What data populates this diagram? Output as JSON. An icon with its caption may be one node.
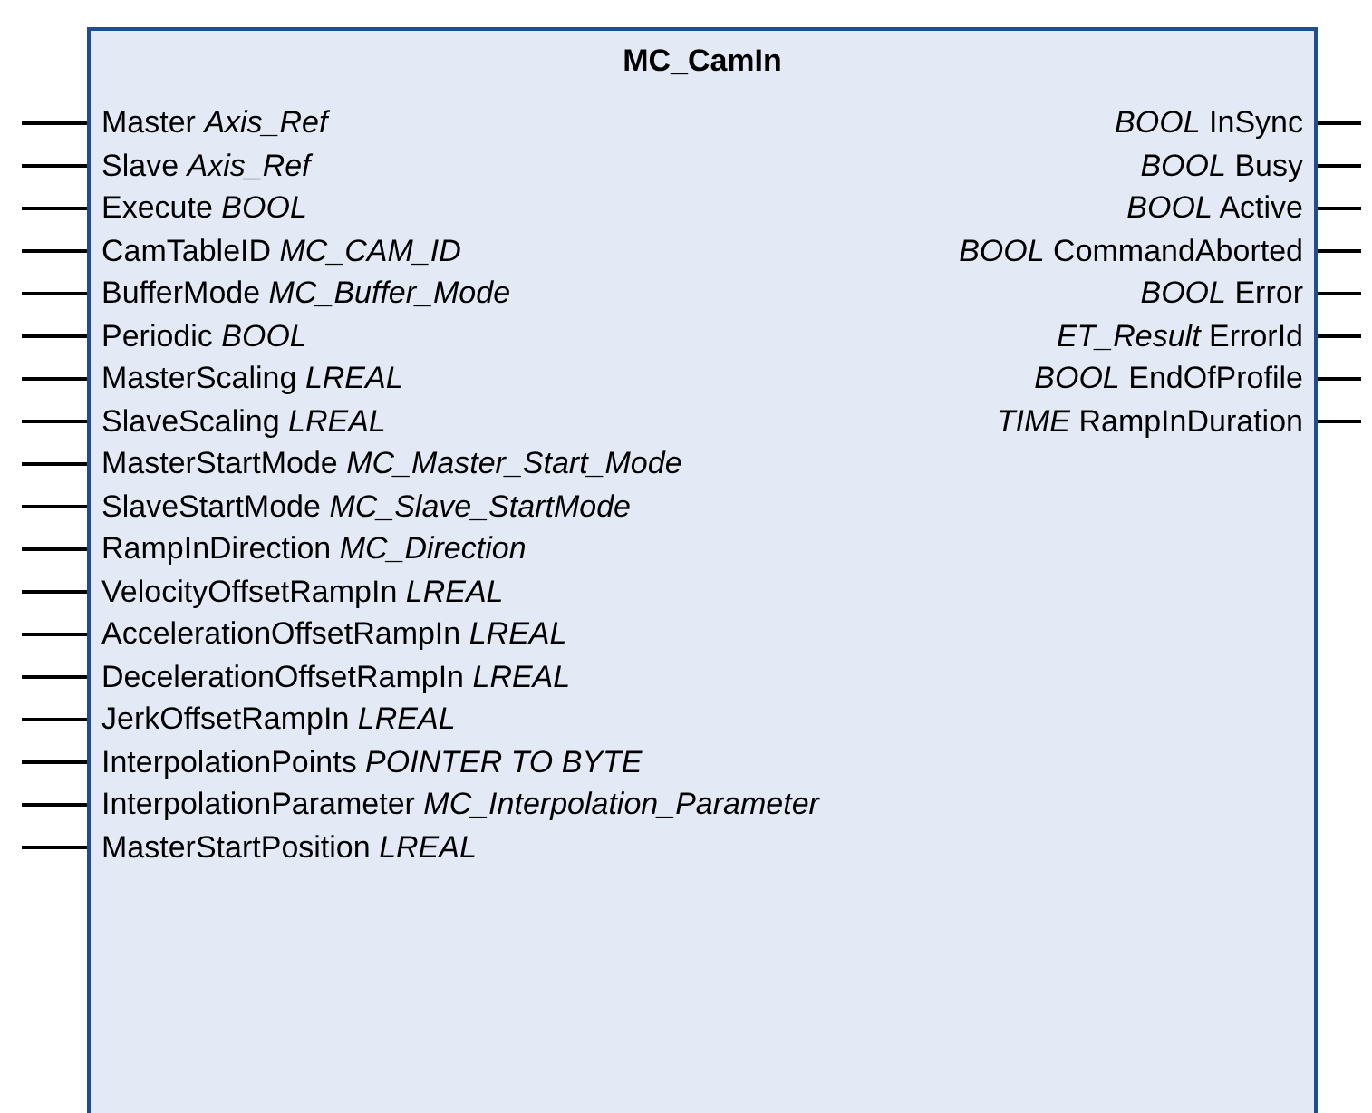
{
  "diagram": {
    "nodes": [
      {
        "text": [
          "MC_CamIn"
        ]
      },
      {
        "text": [
          "Master *Axis_Ref*"
        ],
        "in": 0
      },
      {
        "text": [
          "*BOOL* InSync"
        ],
        "in": 0
      },
      {
        "text": [
          "Slave *Axis_Ref*"
        ],
        "in": 0
      },
      {
        "text": [
          "*BOOL* Busy"
        ],
        "in": 0
      },
      {
        "text": [
          "Execute *BOOL*"
        ],
        "in": 0
      },
      {
        "text": [
          "*BOOL* Active"
        ],
        "in": 0
      },
      {
        "text": [
          "CamTableID *MC_CAM_ID*"
        ],
        "in": 0
      },
      {
        "text": [
          "*BOOL* CommandAborted"
        ],
        "in": 0
      },
      {
        "text": [
          "BufferMode *MC_Buffer_Mode*"
        ],
        "in": 0
      },
      {
        "text": [
          "*BOOL* Error"
        ],
        "in": 0
      },
      {
        "text": [
          "Periodic *BOOL*"
        ],
        "in": 0
      },
      {
        "text": [
          "*ET_Result* ErrorId"
        ],
        "in": 0
      },
      {
        "text": [
          "MasterScaling *LREAL*"
        ],
        "in": 0
      },
      {
        "text": [
          "*BOOL* EndOfProfile"
        ],
        "in": 0
      },
      {
        "text": [
          "SlaveScaling *LREAL*"
        ],
        "in": 0
      },
      {
        "text": [
          "*TIME* RampInDuration"
        ],
        "in": 0
      },
      {
        "text": [
          "MasterStartMode *MC_Master_Start_Mode*"
        ],
        "in": 0
      },
      {
        "text": [
          "SlaveStartMode *MC_Slave_StartMode*"
        ],
        "in": 0
      },
      {
        "text": [
          "RampInDirection *MC_Direction*"
        ],
        "in": 0
      },
      {
        "text": [
          "VelocityOffsetRampIn *LREAL*"
        ],
        "in": 0
      },
      {
        "text": [
          "AccelerationOffsetRampIn *LREAL*"
        ],
        "in": 0
      },
      {
        "text": [
          "DecelerationOffsetRampIn *LREAL*"
        ],
        "in": 0
      },
      {
        "text": [
          "JerkOffsetRampIn *LREAL*"
        ],
        "in": 0
      },
      {
        "text": [
          "InterpolationPoints *POINTER TO BYTE*"
        ],
        "in": 0
      },
      {
        "text": [
          "InterpolationParameter *MC_Interpolation_Parameter*"
        ],
        "in": 0
      },
      {
        "text": [
          "MasterStartPosition *LREAL*"
        ],
        "in": 0
      }
    ],
    "edges": [
      {
        "from": null,
        "to": 1,
        "arrow": "none"
      },
      {
        "from": 2,
        "to": null,
        "arrow": "none"
      },
      {
        "from": null,
        "to": 3,
        "arrow": "none"
      },
      {
        "from": 4,
        "to": null,
        "arrow": "none"
      },
      {
        "from": null,
        "to": 5,
        "arrow": "none"
      },
      {
        "from": 6,
        "to": null,
        "arrow": "none"
      },
      {
        "from": null,
        "to": 7,
        "arrow": "none"
      },
      {
        "from": 8,
        "to": null,
        "arrow": "none"
      },
      {
        "from": null,
        "to": 9,
        "arrow": "none"
      },
      {
        "from": 10,
        "to": null,
        "arrow": "none"
      },
      {
        "from": null,
        "to": 11,
        "arrow": "none"
      },
      {
        "from": 12,
        "to": null,
        "arrow": "none"
      },
      {
        "from": null,
        "to": 13,
        "arrow": "none"
      },
      {
        "from": 14,
        "to": null,
        "arrow": "none"
      },
      {
        "from": null,
        "to": 15,
        "arrow": "none"
      },
      {
        "from": 16,
        "to": null,
        "arrow": "none"
      },
      {
        "from": null,
        "to": 17,
        "arrow": "none"
      },
      {
        "from": null,
        "to": 18,
        "arrow": "none"
      },
      {
        "from": null,
        "to": 19,
        "arrow": "none"
      },
      {
        "from": null,
        "to": 20,
        "arrow": "none"
      },
      {
        "from": null,
        "to": 21,
        "arrow": "none"
      },
      {
        "from": null,
        "to": 22,
        "arrow": "none"
      },
      {
        "from": null,
        "to": 23,
        "arrow": "none"
      },
      {
        "from": null,
        "to": 24,
        "arrow": "none"
      },
      {
        "from": null,
        "to": 25,
        "arrow": "none"
      },
      {
        "from": null,
        "to": 26,
        "arrow": "none"
      }
    ]
  }
}
